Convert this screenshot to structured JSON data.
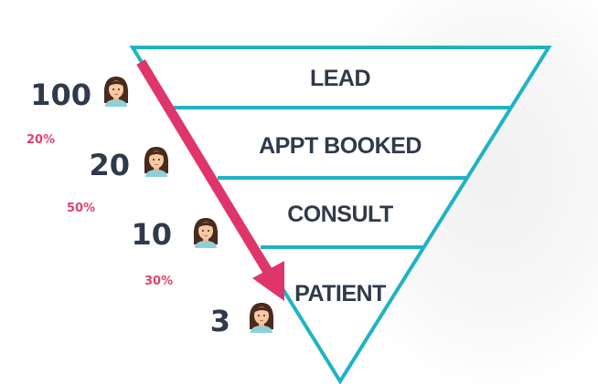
{
  "funnel": {
    "stages": [
      "LEAD",
      "APPT BOOKED",
      "CONSULT",
      "PATIENT"
    ],
    "counts": [
      "100",
      "20",
      "10",
      "3"
    ],
    "conversion_rates": [
      "20%",
      "50%",
      "30%"
    ]
  },
  "colors": {
    "funnel_outline": "#1fb3c2",
    "arrow": "#e0356a",
    "text": "#2f3a4a",
    "rate_text": "#e2406b"
  },
  "icons": [
    "woman-avatar-icon"
  ]
}
